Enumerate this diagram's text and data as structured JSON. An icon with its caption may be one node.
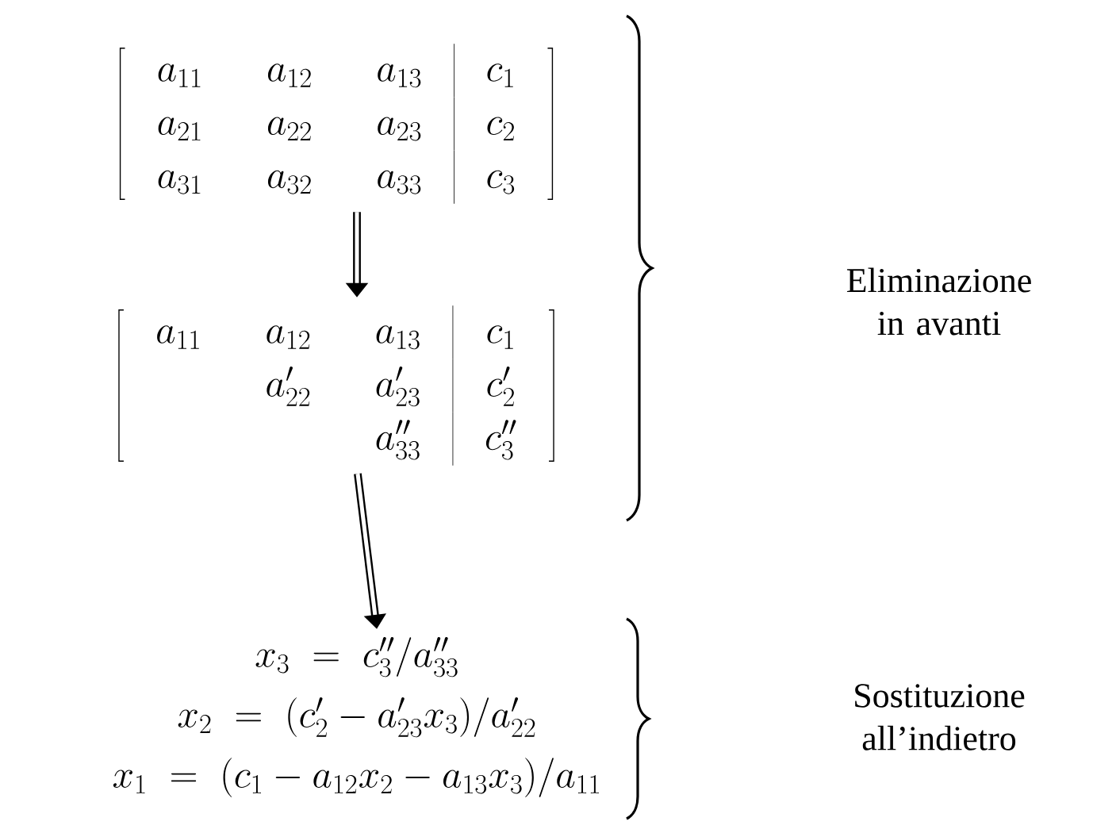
{
  "diagram": {
    "nodes": [
      {
        "text": [
          "\\left[\\begin{array}{ccc|c} a_{11} & a_{12} & a_{13} & c_1 \\\\ a_{21} & a_{22} & a_{23} & c_2 \\\\ a_{31} & a_{32} & a_{33} & c_3 \\end{array}\\right]"
        ]
      },
      {
        "text": [
          "\\left[\\begin{array}{ccc|c} a_{11} & a_{12} & a_{13} & c_1 \\\\ & a'_{22} & a'_{23} & c'_2 \\\\ & & a''_{33} & c''_3 \\end{array}\\right]"
        ]
      },
      {
        "text": [
          "x_3 \\;=\\; c''_3/a''_{33}",
          "x_2 \\;=\\; (c'_2-a'_{23}x_3)/a'_{22}",
          "x_1 \\;=\\; (c_1-a_{12}x_2-a_{13}x_3)/a_{11}"
        ]
      }
    ],
    "edges": [
      {
        "from": 0,
        "to": 1,
        "arrow": "to"
      },
      {
        "from": 1,
        "to": 2,
        "arrow": "to"
      }
    ],
    "labels": [
      "Eliminazione in avanti",
      "Sostituzione all’indietro"
    ]
  }
}
